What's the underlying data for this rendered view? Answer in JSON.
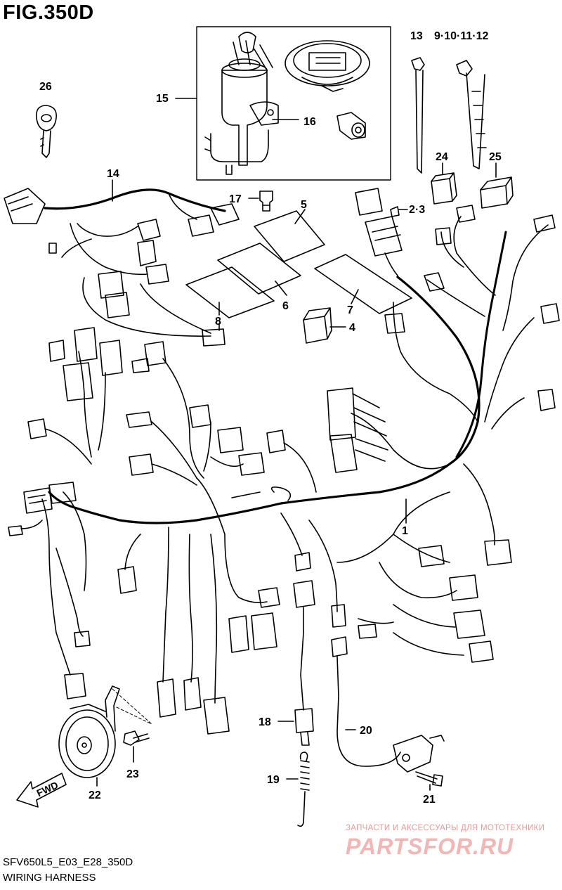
{
  "figure": {
    "title": "FIG.350D",
    "code": "SFV650L5_E03_E28_350D",
    "name": "WIRING HARNESS"
  },
  "watermark": {
    "tagline": "ЗАПЧАСТИ И АКСЕССУАРЫ ДЛЯ МОТОТЕХНИКИ",
    "logo": "PARTSFOR.RU"
  },
  "direction_label": "FWD",
  "callouts": [
    {
      "id": "1",
      "label": "1"
    },
    {
      "id": "2-3",
      "label": "2·3"
    },
    {
      "id": "4",
      "label": "4"
    },
    {
      "id": "5",
      "label": "5"
    },
    {
      "id": "6",
      "label": "6"
    },
    {
      "id": "7",
      "label": "7"
    },
    {
      "id": "8",
      "label": "8"
    },
    {
      "id": "9-12",
      "label": "9·10·11·12"
    },
    {
      "id": "13",
      "label": "13"
    },
    {
      "id": "14",
      "label": "14"
    },
    {
      "id": "15",
      "label": "15"
    },
    {
      "id": "16",
      "label": "16"
    },
    {
      "id": "17",
      "label": "17"
    },
    {
      "id": "18",
      "label": "18"
    },
    {
      "id": "19",
      "label": "19"
    },
    {
      "id": "20",
      "label": "20"
    },
    {
      "id": "21",
      "label": "21"
    },
    {
      "id": "22",
      "label": "22"
    },
    {
      "id": "23",
      "label": "23"
    },
    {
      "id": "24",
      "label": "24"
    },
    {
      "id": "25",
      "label": "25"
    },
    {
      "id": "26",
      "label": "26"
    }
  ]
}
